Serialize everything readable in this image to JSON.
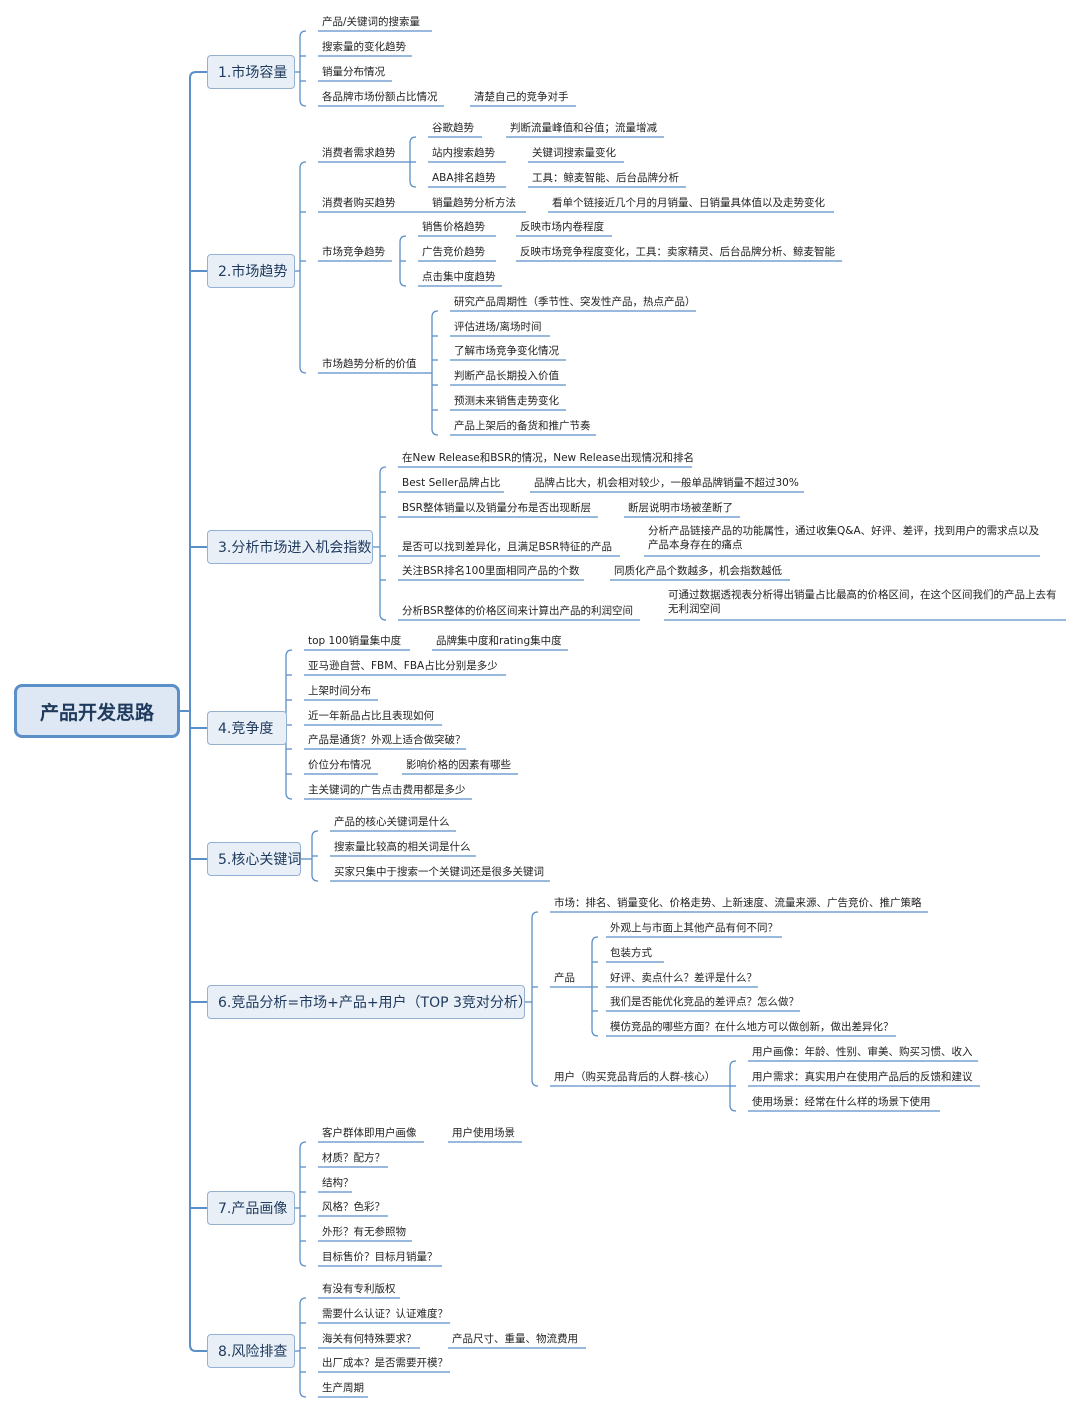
{
  "root": {
    "label": "产品开发思路"
  },
  "branches": [
    {
      "label": "1.市场容量",
      "children": [
        {
          "label": "产品/关键词的搜索量"
        },
        {
          "label": "搜索量的变化趋势"
        },
        {
          "label": "销量分布情况"
        },
        {
          "label": "各品牌市场份额占比情况",
          "children": [
            {
              "label": "清楚自己的竞争对手"
            }
          ]
        }
      ]
    },
    {
      "label": "2.市场趋势",
      "children": [
        {
          "label": "消费者需求趋势",
          "children": [
            {
              "label": "谷歌趋势",
              "children": [
                {
                  "label": "判断流量峰值和谷值；流量增减"
                }
              ]
            },
            {
              "label": "站内搜索趋势",
              "children": [
                {
                  "label": "关键词搜索量变化"
                }
              ]
            },
            {
              "label": "ABA排名趋势",
              "children": [
                {
                  "label": "工具：鲸麦智能、后台品牌分析"
                }
              ]
            }
          ]
        },
        {
          "label": "消费者购买趋势",
          "children": [
            {
              "label": "销量趋势分析方法",
              "children": [
                {
                  "label": "看单个链接近几个月的月销量、日销量具体值以及走势变化"
                }
              ]
            }
          ]
        },
        {
          "label": "市场竞争趋势",
          "children": [
            {
              "label": "销售价格趋势",
              "children": [
                {
                  "label": "反映市场内卷程度"
                }
              ]
            },
            {
              "label": "广告竞价趋势",
              "children": [
                {
                  "label": "反映市场竞争程度变化，工具：卖家精灵、后台品牌分析、鲸麦智能"
                }
              ]
            },
            {
              "label": "点击集中度趋势"
            }
          ]
        },
        {
          "label": "市场趋势分析的价值",
          "children": [
            {
              "label": "研究产品周期性（季节性、突发性产品，热点产品）"
            },
            {
              "label": "评估进场/离场时间"
            },
            {
              "label": "了解市场竞争变化情况"
            },
            {
              "label": "判断产品长期投入价值"
            },
            {
              "label": "预测未来销售走势变化"
            },
            {
              "label": "产品上架后的备货和推广节奏"
            }
          ]
        }
      ]
    },
    {
      "label": "3.分析市场进入机会指数",
      "children": [
        {
          "label": "在New Release和BSR的情况，New Release出现情况和排名"
        },
        {
          "label": "Best Seller品牌占比",
          "children": [
            {
              "label": "品牌占比大，机会相对较少，一般单品牌销量不超过30%"
            }
          ]
        },
        {
          "label": "BSR整体销量以及销量分布是否出现断层",
          "children": [
            {
              "label": "断层说明市场被垄断了"
            }
          ]
        },
        {
          "label": "是否可以找到差异化，且满足BSR特征的产品",
          "children": [
            {
              "label": "分析产品链接产品的功能属性，通过收集Q&A、好评、差评，找到用户的需求点以及产品本身存在的痛点"
            }
          ]
        },
        {
          "label": "关注BSR排名100里面相同产品的个数",
          "children": [
            {
              "label": "同质化产品个数越多，机会指数越低"
            }
          ]
        },
        {
          "label": "分析BSR整体的价格区间来计算出产品的利润空间",
          "children": [
            {
              "label": "可通过数据透视表分析得出销量占比最高的价格区间，在这个区间我们的产品上去有无利润空间"
            }
          ]
        }
      ]
    },
    {
      "label": "4.竞争度",
      "children": [
        {
          "label": "top 100销量集中度",
          "children": [
            {
              "label": "品牌集中度和rating集中度"
            }
          ]
        },
        {
          "label": "亚马逊自营、FBM、FBA占比分别是多少"
        },
        {
          "label": "上架时间分布"
        },
        {
          "label": "近一年新品占比且表现如何"
        },
        {
          "label": "产品是通货？外观上适合做突破？"
        },
        {
          "label": "价位分布情况",
          "children": [
            {
              "label": "影响价格的因素有哪些"
            }
          ]
        },
        {
          "label": "主关键词的广告点击费用都是多少"
        }
      ]
    },
    {
      "label": "5.核心关键词",
      "children": [
        {
          "label": "产品的核心关键词是什么"
        },
        {
          "label": "搜索量比较高的相关词是什么"
        },
        {
          "label": "买家只集中于搜索一个关键词还是很多关键词"
        }
      ]
    },
    {
      "label": "6.竞品分析=市场+产品+用户（TOP 3竞对分析）",
      "children": [
        {
          "label": "市场：排名、销量变化、价格走势、上新速度、流量来源、广告竞价、推广策略"
        },
        {
          "label": "产品",
          "children": [
            {
              "label": "外观上与市面上其他产品有何不同？"
            },
            {
              "label": "包装方式"
            },
            {
              "label": "好评、卖点什么？差评是什么？"
            },
            {
              "label": "我们是否能优化竞品的差评点？怎么做？"
            },
            {
              "label": "模仿竞品的哪些方面？在什么地方可以做创新，做出差异化？"
            }
          ]
        },
        {
          "label": "用户（购买竞品背后的人群-核心）",
          "children": [
            {
              "label": "用户画像：年龄、性别、审美、购买习惯、收入"
            },
            {
              "label": "用户需求：真实用户在使用产品后的反馈和建议"
            },
            {
              "label": "使用场景：经常在什么样的场景下使用"
            }
          ]
        }
      ]
    },
    {
      "label": "7.产品画像",
      "children": [
        {
          "label": "客户群体即用户画像",
          "children": [
            {
              "label": "用户使用场景"
            }
          ]
        },
        {
          "label": "材质？配方？"
        },
        {
          "label": "结构？"
        },
        {
          "label": "风格？色彩？"
        },
        {
          "label": "外形？有无参照物"
        },
        {
          "label": "目标售价？目标月销量？"
        }
      ]
    },
    {
      "label": "8.风险排查",
      "children": [
        {
          "label": "有没有专利版权"
        },
        {
          "label": "需要什么认证？认证难度？"
        },
        {
          "label": "海关有何特殊要求？",
          "children": [
            {
              "label": "产品尺寸、重量、物流费用"
            }
          ]
        },
        {
          "label": "出厂成本？是否需要开模？"
        },
        {
          "label": "生产周期"
        }
      ]
    }
  ],
  "colors": {
    "line": "#5b8fc7",
    "branch_fill": "#e8eff7",
    "root_fill": "#dde8f4",
    "text": "#222222"
  }
}
